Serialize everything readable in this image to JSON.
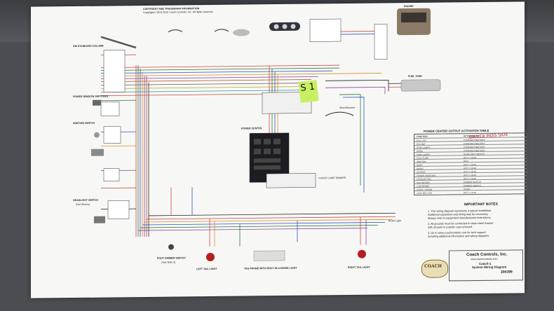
{
  "header": {
    "copyright_title": "COPYRIGHT AND TRADEMARK INFORMATION",
    "copyright_sub": "Copyright©  2014-2015 Coach Controls, Inc.  All rights reserved."
  },
  "components": {
    "ignition_switch": "IGNITION SWITCH",
    "column_switch": "GM STANDARD COLUMN",
    "power_window": "POWER WINDOW SWITCHES",
    "headlight_switch": "HEADLIGHT SWITCH",
    "headlight_sub": "(Not Shown)",
    "dimmer_switch": "FOOT DIMMER SWITCH",
    "dimmer_sub": "(See Note 3)",
    "power_center": "POWER CENTER",
    "fuel_tank": "FUEL TANK",
    "engine": "ENGINE",
    "left_tail": "LEFT TAIL LIGHT",
    "right_tail": "RIGHT TAIL LIGHT",
    "tag_frame": "TAG FRAME WITH BUILT IN LICENSE LIGHT",
    "coach_lamp": "COACH LAMP DIMMER",
    "shortcut": "Short/Dimmer",
    "brake_light": "Brake Light"
  },
  "table": {
    "title": "POWER CENTER OUTPUT ACTIVATION TABLE",
    "col1": "FUNCTION",
    "col2": "ACTIVATED BY",
    "rows": [
      [
        "ECU / EFI",
        "CONSTANT BATTERY"
      ],
      [
        "ECU BAT",
        "CONSTANT BATTERY"
      ],
      [
        "STOP LAMPS",
        "CONSTANT BATTERY"
      ],
      [
        "HORN",
        "CONSTANT BATTERY"
      ],
      [
        "PARK LAMPS",
        "HEADLIGHT SWITCH"
      ],
      [
        "FUEL PUMP",
        "ACC 1 / RUN"
      ],
      [
        "IGNITION",
        "RUN"
      ],
      [
        "DASH",
        "ACC 1 / RUN"
      ],
      [
        "RADIO",
        "ACC 1 / RUN"
      ],
      [
        "AC/HEAT",
        "ACC 1 / RUN"
      ],
      [
        "POWER WINDOWS",
        "ACC 1 / RUN"
      ],
      [
        "COOLING FAN",
        "ACC 1 / RUN"
      ],
      [
        "HIGH BEAMS",
        "DIMMER SWITCH"
      ],
      [
        "LOW BEAMS",
        "DIMMER SWITCH"
      ],
      [
        "START / CRANK",
        "START"
      ],
      [
        "LOCK BELT SW",
        "ACC 1 / RUN"
      ]
    ]
  },
  "handwritten": "DRIVER PASS SIDE",
  "sticky_note": "S  1",
  "notes": {
    "title": "IMPORTANT NOTES",
    "items": [
      "1. This wiring diagram represents a typical installation.",
      "   Additional equipment and wiring may be necessary.",
      "   Always refer to equipment manufacturers instructions.",
      "2. All grounds must be connected to clean steel chassis",
      "   with all paint or powder coat removed.",
      "3. Go to www.coachcontrols.com for tech support",
      "   including additional information and wiring diagrams."
    ]
  },
  "title_block": {
    "company": "Coach Controls, Inc.",
    "web": "www.coachcontrols.com",
    "product": "Coach-1",
    "title": "System Wiring Diagram",
    "part_no": "200399",
    "logo": "COACH"
  }
}
